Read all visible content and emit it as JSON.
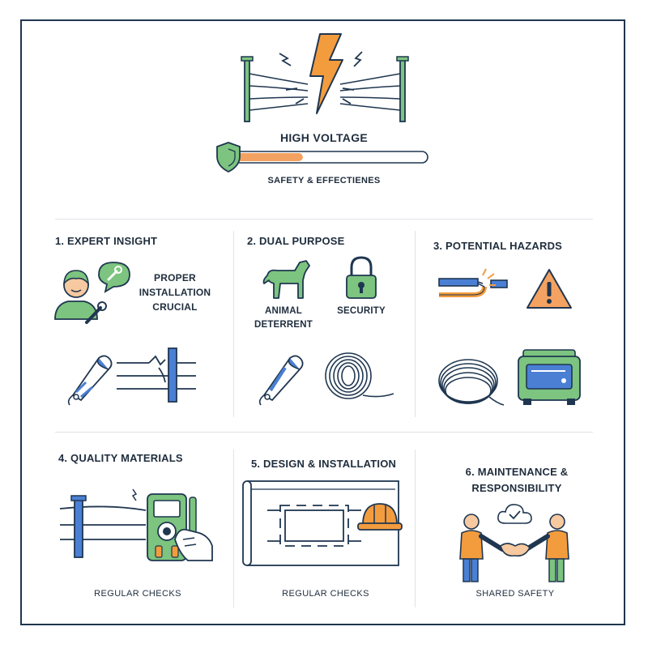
{
  "header": {
    "title": "HIGH VOLTAGE",
    "subtitle": "SAFETY & EFFECTIENES",
    "progress_fraction": 0.35
  },
  "colors": {
    "accent_orange": "#f4a261",
    "lightning_orange": "#f39c3e",
    "green": "#7cc47f",
    "blue": "#4a7fd4",
    "navy": "#1f3650"
  },
  "panels": [
    {
      "title": "1. EXPERT INSIGHT",
      "label": "PROPER INSTALLATION CRUCIAL"
    },
    {
      "title": "2. DUAL PURPOSE",
      "label_left": "ANIMAL DETERRENT",
      "label_right": "SECURITY"
    },
    {
      "title": "3. POTENTIAL HAZARDS"
    },
    {
      "title": "4. QUALITY MATERIALS",
      "caption": "REGULAR CHECKS"
    },
    {
      "title": "5. DESIGN & INSTALLATION",
      "caption": "REGULAR CHECKS"
    },
    {
      "title": "6. MAINTENANCE & RESPONSIBILITY",
      "caption": "SHARED SAFETY"
    }
  ],
  "icons": [
    "lightning-bolt-icon",
    "fence-post-icon",
    "shield-icon",
    "worker-avatar-icon",
    "wrench-speech-bubble-icon",
    "insulator-icon",
    "broken-wire-icon",
    "dog-icon",
    "padlock-icon",
    "wire-coil-icon",
    "cut-wire-spark-icon",
    "warning-triangle-icon",
    "energizer-box-icon",
    "multimeter-hand-icon",
    "blueprint-icon",
    "hard-hat-icon",
    "handshake-icon",
    "cloud-check-icon"
  ]
}
